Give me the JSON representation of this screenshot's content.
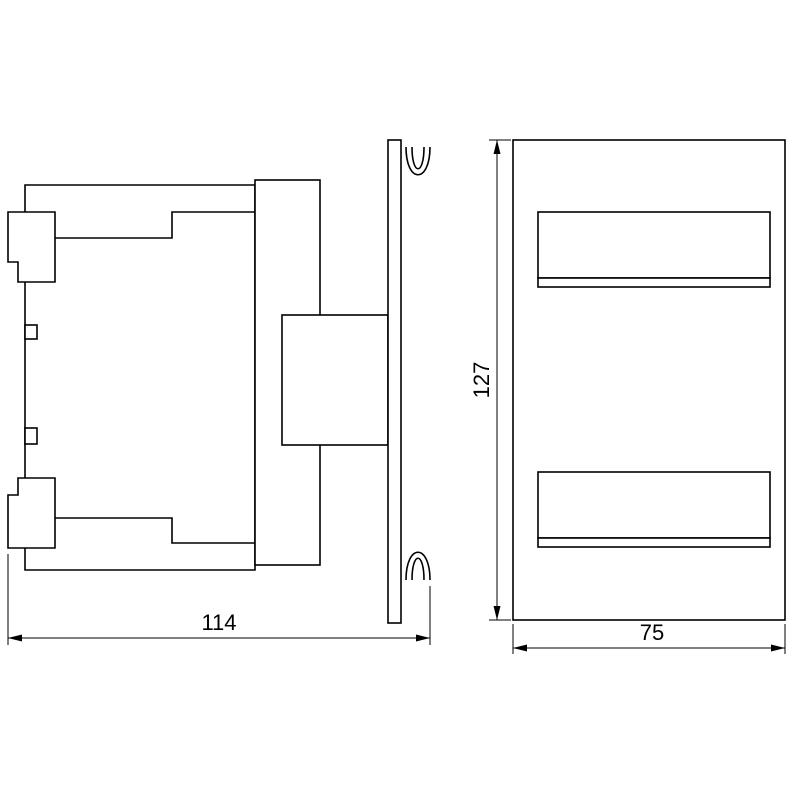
{
  "drawing": {
    "dimensions": {
      "side_width": "114",
      "front_height": "127",
      "front_width": "75"
    },
    "colors": {
      "line": "#000000",
      "background": "#ffffff"
    }
  }
}
